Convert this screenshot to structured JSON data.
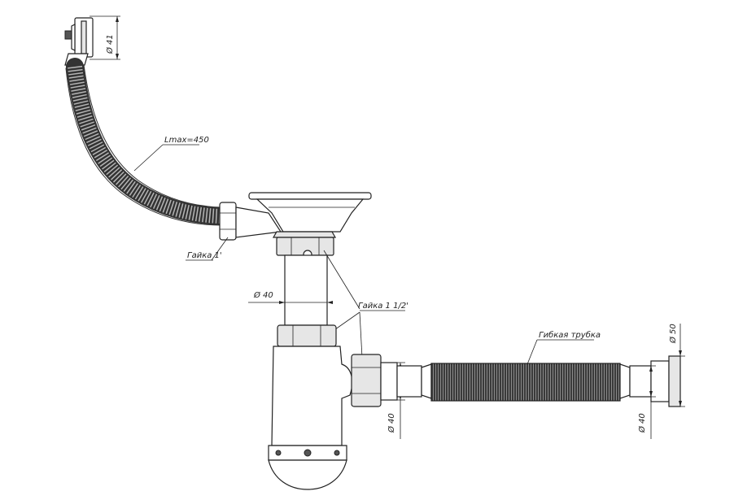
{
  "labels": {
    "dia_41": "Ø 41",
    "lmax": "Lmax=450",
    "nut_1": "Гайка 1'",
    "dia_40_pipe": "Ø 40",
    "nut_1_5": "Гайка 1 1/2'",
    "flex_tube": "Гибкая трубка",
    "dia_50": "Ø 50",
    "dia_40_left": "Ø 40",
    "dia_40_right": "Ø 40"
  },
  "colors": {
    "line": "#222222",
    "hose_outer": "#333333",
    "hose_ribs": "#bdbdbd",
    "corrugated": "#444444"
  }
}
